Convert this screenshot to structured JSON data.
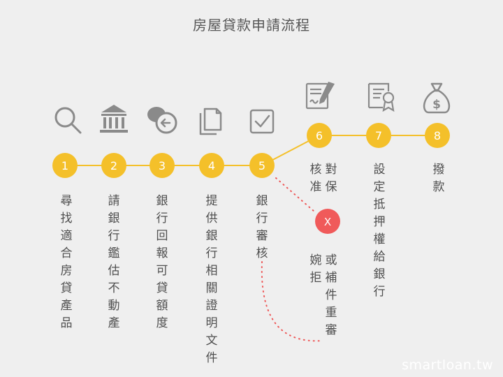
{
  "title": "房屋貸款申請流程",
  "steps": [
    {
      "num": "1",
      "label": "尋找適合房貸產品",
      "icon": "search-icon"
    },
    {
      "num": "2",
      "label": "請銀行鑑估不動產",
      "icon": "bank-icon"
    },
    {
      "num": "3",
      "label": "銀行回報可貸額度",
      "icon": "chat-reply-icon"
    },
    {
      "num": "4",
      "label": "提供銀行相關證明文件",
      "icon": "documents-icon"
    },
    {
      "num": "5",
      "label": "銀行審核",
      "icon": "checkbox-icon"
    },
    {
      "num": "6",
      "label_col1": "對保",
      "label_col2": "核准",
      "icon": "signed-contract-icon"
    },
    {
      "num": "7",
      "label": "設定抵押權給銀行",
      "icon": "certificate-icon"
    },
    {
      "num": "8",
      "label": "撥款",
      "icon": "money-bag-icon"
    }
  ],
  "reject": {
    "mark": "X",
    "label_col1": "或補件重審",
    "label_col2": "婉拒"
  },
  "colors": {
    "node": "#f4c02a",
    "node_text": "#ffffff",
    "reject": "#f05a5a",
    "dotted": "#ee5555",
    "icon": "#8a8a8a",
    "text": "#505050",
    "background": "#efefef"
  },
  "watermark": "smartloan.tw"
}
